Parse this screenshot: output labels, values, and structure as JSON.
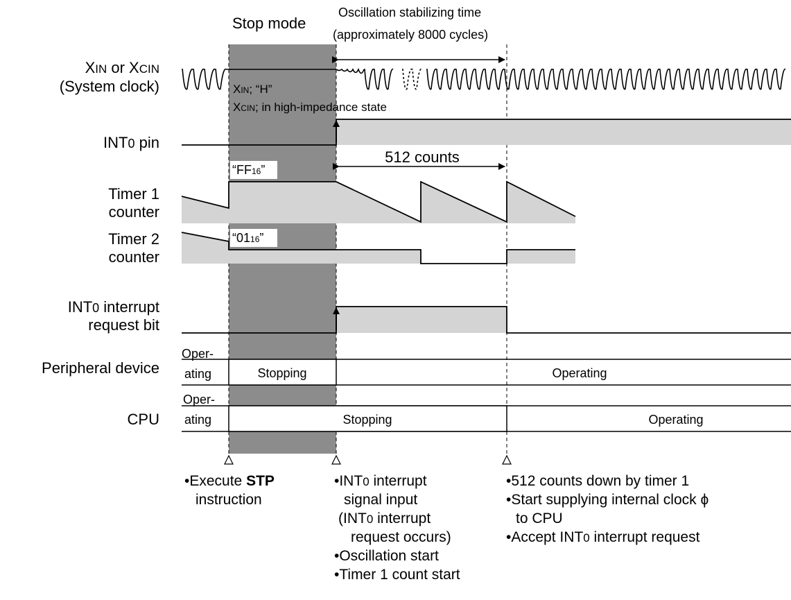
{
  "header": {
    "stop_mode": "Stop mode",
    "osc_title": "Oscillation stabilizing time",
    "osc_sub": "(approximately 8000 cycles)"
  },
  "signals": {
    "xin": {
      "l1_a": "X",
      "l1_b": "IN",
      "l1_c": " or X",
      "l1_d": "CIN",
      "l2": "(System clock)",
      "note1_a": "X",
      "note1_b": "IN",
      "note1_c": "; “H”",
      "note2_a": "X",
      "note2_b": "CIN",
      "note2_c": "; in high-impedance state"
    },
    "int0": {
      "a": "INT",
      "b": "0",
      "c": " pin"
    },
    "counts": "512 counts",
    "timer1": {
      "l1": "Timer 1",
      "l2": "counter",
      "val_a": "“FF",
      "val_b": "16",
      "val_c": "”"
    },
    "timer2": {
      "l1": "Timer 2",
      "l2": "counter",
      "val_a": "“01",
      "val_b": "16",
      "val_c": "”"
    },
    "irq": {
      "l1_a": "INT",
      "l1_b": "0",
      "l1_c": " interrupt",
      "l2": "request bit"
    },
    "periph": {
      "label": "Peripheral device",
      "op1": "Oper-",
      "op2": "ating",
      "stopping": "Stopping",
      "operating": "Operating"
    },
    "cpu": {
      "label": "CPU",
      "op1": "Oper-",
      "op2": "ating",
      "stopping": "Stopping",
      "operating": "Operating"
    }
  },
  "events": {
    "e1": {
      "l1_a": "•Execute ",
      "l1_b": "STP",
      "l2": "instruction"
    },
    "e2": {
      "l1_a": "•INT",
      "l1_b": "0",
      "l1_c": " interrupt",
      "l2": "signal input",
      "l3_a": "(INT",
      "l3_b": "0",
      "l3_c": " interrupt",
      "l4": "request occurs)",
      "l5": "•Oscillation start",
      "l6": "•Timer 1 count start"
    },
    "e3": {
      "l1": "•512 counts down by timer 1",
      "l2_a": "•Start supplying internal clock ",
      "l2_b": "ϕ",
      "l3": "to CPU",
      "l4_a": "•Accept INT",
      "l4_b": "0",
      "l4_c": " interrupt request"
    }
  },
  "colors": {
    "stop_band": "#8c8c8c",
    "fill": "#d4d4d4",
    "line": "#000000"
  }
}
